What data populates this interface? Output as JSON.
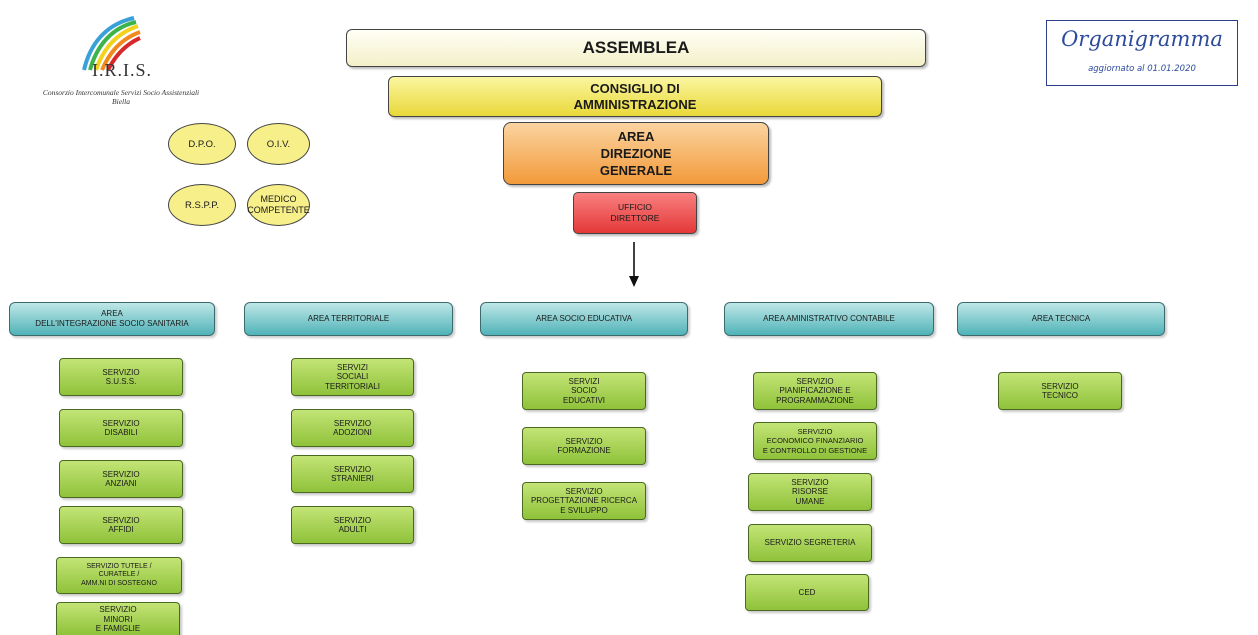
{
  "logo": {
    "name": "I.R.I.S.",
    "subtitle_line1": "Consorzio Intercomunale Servizi Socio Assistenziali",
    "subtitle_line2": "Biella"
  },
  "title": {
    "main": "Organigramma",
    "sub": "aggiornato al 01.01.2020"
  },
  "hierarchy": {
    "assemblea": "ASSEMBLEA",
    "consiglio": [
      "CONSIGLIO DI",
      "AMMINISTRAZIONE"
    ],
    "direzione": [
      "AREA",
      "DIREZIONE",
      "GENERALE"
    ],
    "ufficio": [
      "UFFICIO",
      "DIRETTORE"
    ]
  },
  "staff": {
    "dpo": "D.P.O.",
    "oiv": "O.I.V.",
    "rspp": "R.S.P.P.",
    "medico": [
      "MEDICO",
      "COMPETENTE"
    ]
  },
  "areas": [
    {
      "label": [
        "AREA",
        "DELL'INTEGRAZIONE  SOCIO SANITARIA"
      ],
      "services": [
        [
          "SERVIZIO",
          "S.U.S.S."
        ],
        [
          "SERVIZIO",
          "DISABILI"
        ],
        [
          "SERVIZIO",
          "ANZIANI"
        ],
        [
          "SERVIZIO",
          "AFFIDI"
        ],
        [
          "SERVIZIO TUTELE /",
          "CURATELE /",
          "AMM.NI DI SOSTEGNO"
        ],
        [
          "SERVIZIO",
          "MINORI",
          "E FAMIGLIE"
        ]
      ]
    },
    {
      "label": [
        "AREA TERRITORIALE"
      ],
      "services": [
        [
          "SERVIZI",
          "SOCIALI",
          "TERRITORIALI"
        ],
        [
          "SERVIZIO",
          "ADOZIONI"
        ],
        [
          "SERVIZIO",
          "STRANIERI"
        ],
        [
          "SERVIZIO",
          "ADULTI"
        ]
      ]
    },
    {
      "label": [
        "AREA SOCIO EDUCATIVA"
      ],
      "services": [
        [
          "SERVIZI",
          "SOCIO",
          "EDUCATIVI"
        ],
        [
          "SERVIZIO",
          "FORMAZIONE"
        ],
        [
          "SERVIZIO",
          "PROGETTAZIONE RICERCA",
          "E SVILUPPO"
        ]
      ]
    },
    {
      "label": [
        "AREA AMINISTRATIVO CONTABILE"
      ],
      "services": [
        [
          "SERVIZIO",
          "PIANIFICAZIONE E",
          "PROGRAMMAZIONE"
        ],
        [
          "SERVIZIO",
          "ECONOMICO FINANZIARIO",
          "E CONTROLLO DI GESTIONE"
        ],
        [
          "SERVIZIO",
          "RISORSE",
          "UMANE"
        ],
        [
          "SERVIZIO SEGRETERIA"
        ],
        [
          "CED"
        ]
      ]
    },
    {
      "label": [
        "AREA  TECNICA"
      ],
      "services": [
        [
          "SERVIZIO",
          "TECNICO"
        ]
      ]
    }
  ]
}
